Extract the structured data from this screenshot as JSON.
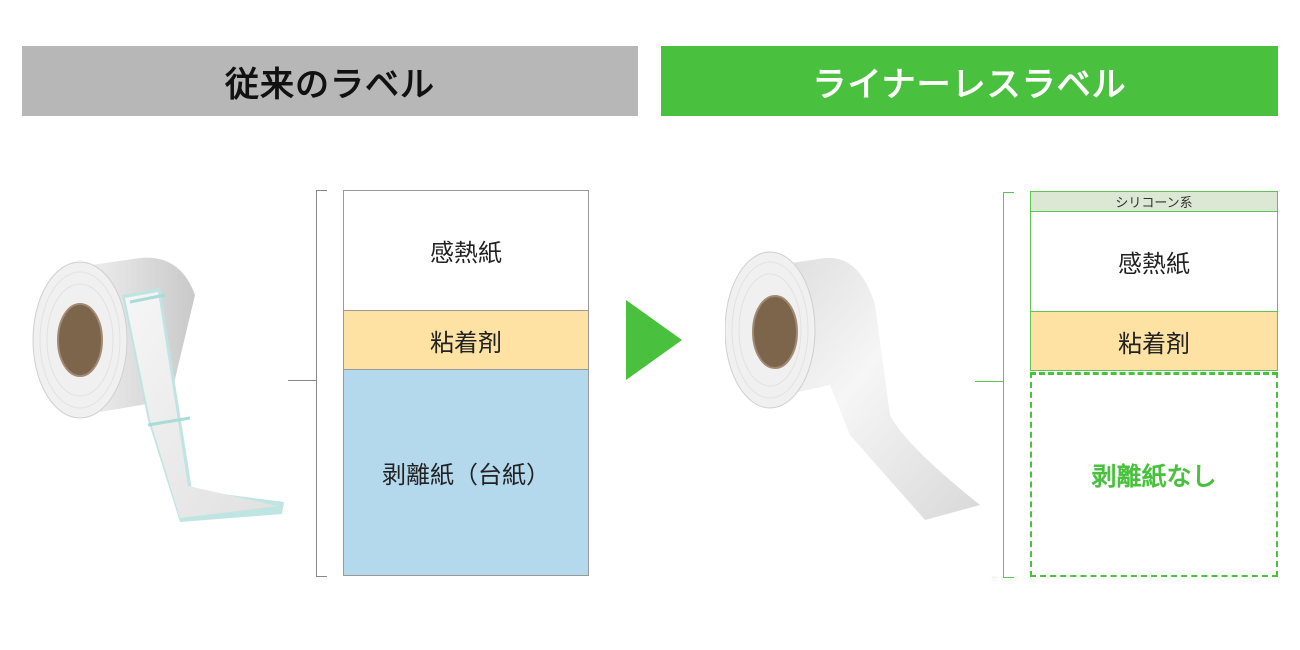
{
  "headers": {
    "conventional": "従来のラベル",
    "linerless": "ライナーレスラベル"
  },
  "conventional_stack": {
    "layers": [
      {
        "label": "感熱紙",
        "color": "#ffffff"
      },
      {
        "label": "粘着剤",
        "color": "#fde2a3"
      },
      {
        "label": "剥離紙（台紙）",
        "color": "#b4d8ec"
      }
    ]
  },
  "linerless_stack": {
    "layers": [
      {
        "label": "シリコーン系",
        "color": "#dde8d4"
      },
      {
        "label": "感熱紙",
        "color": "#ffffff"
      },
      {
        "label": "粘着剤",
        "color": "#fde2a3"
      },
      {
        "label": "剥離紙なし",
        "color": "#4ac13e"
      }
    ]
  },
  "colors": {
    "accent_green": "#4ac13e",
    "header_gray": "#b6b7b6",
    "core_brown": "#7d654b"
  },
  "icons": {
    "arrow": "right-triangle-arrow",
    "roll_left": "label-roll-with-liner",
    "roll_right": "linerless-label-roll"
  }
}
